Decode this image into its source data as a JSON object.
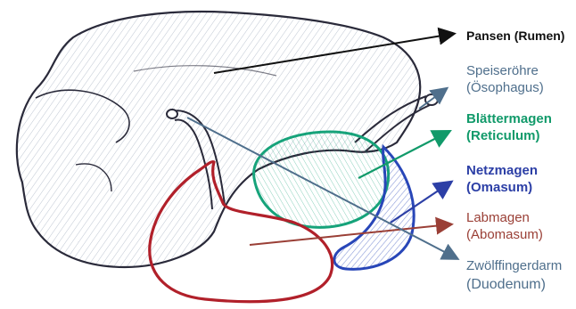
{
  "colors": {
    "rumen": "#111111",
    "oesophagus": "#4f6f8c",
    "reticulum": "#119a6a",
    "omasum": "#2c3fa6",
    "abomasum": "#9a3f36",
    "duodenum": "#4f6f8c",
    "outline": "#2a2a3a",
    "red_organ": "#b1202a",
    "green_organ": "#16a37a",
    "blue_organ": "#2846b8"
  },
  "labels": {
    "rumen": "Pansen (Rumen)",
    "oesophagus_1": "Speiseröhre",
    "oesophagus_2": "(Ösophagus)",
    "reticulum_1": "Blättermagen",
    "reticulum_2": "(Reticulum)",
    "omasum_1": "Netzmagen",
    "omasum_2": "(Omasum)",
    "abomasum_1": "Labmagen",
    "abomasum_2": "(Abomasum)",
    "duodenum_1": "Zwölffingerdarm",
    "duodenum_2": "(Duodenum)"
  }
}
